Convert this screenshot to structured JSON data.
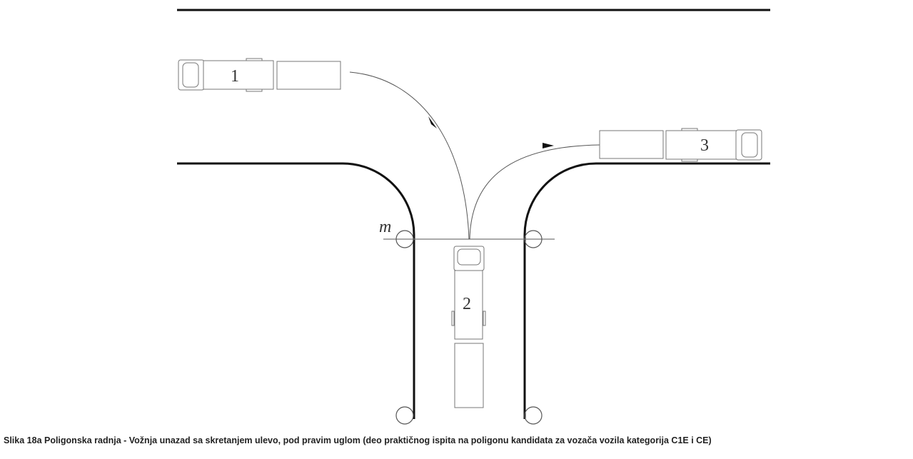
{
  "diagram": {
    "vehicle_labels": [
      "1",
      "2",
      "3"
    ],
    "marker_label": "m"
  },
  "caption": "Slika 18a Poligonska radnja - Vožnja unazad sa skretanjem ulevo, pod pravim uglom (deo praktičnog ispita na poligonu kandidata za vozača vozila kategorija C1E i CE)"
}
